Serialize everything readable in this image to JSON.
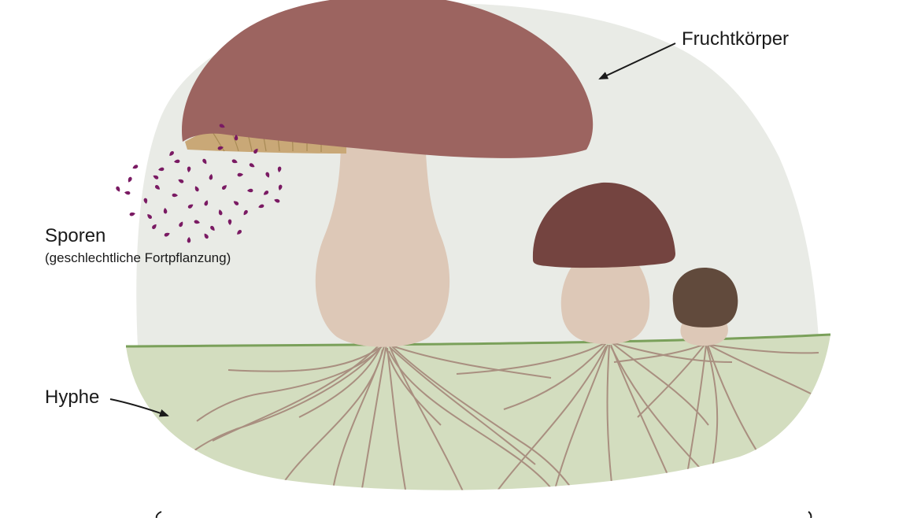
{
  "labels": {
    "fruchtkoerper": "Fruchtkörper",
    "sporen": "Sporen",
    "sporen_note": "(geschlechtliche Fortpflanzung)",
    "hyphe": "Hyphe"
  },
  "colors": {
    "background_blob": "#e9ebe6",
    "soil": "#d3ddbf",
    "soil_line": "#7aa05a",
    "big_cap": "#9c6460",
    "gills": "#c9a877",
    "gill_lines": "#a88a55",
    "stem": "#ddc8b7",
    "mid_cap": "#744440",
    "small_cap": "#614a3c",
    "hyphae": "#a98f80",
    "spores": "#7a1a63",
    "arrow": "#1a1a1a"
  }
}
